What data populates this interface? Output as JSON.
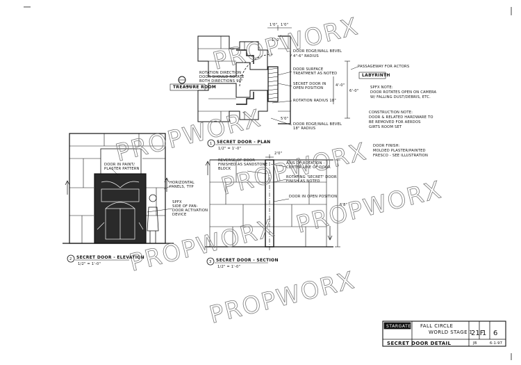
{
  "watermark": "PROPWORX",
  "plan": {
    "label_treasure_room": "TREASURE ROOM",
    "label_labyrinth": "LABYRINTH",
    "notes": [
      "DOOR EDGE/WALL BEVEL",
      "4\"-6\" RADIUS",
      "DOOR SURFACE",
      "TREATMENT AS NOTED",
      "SECRET DOOR IN",
      "OPEN POSITION",
      "ROTATION RADIUS 18\"",
      "DOOR EDGE/WALL BEVEL",
      "18\" RADIUS",
      "ROTATION DIRECTION",
      "DOOR SHOULD ROTATE",
      "BOTH DIRECTIONS 90\"",
      "PASSAGEWAY FOR ACTORS"
    ],
    "dims": [
      "1'0\"",
      "1'0\"",
      "6'-0\"",
      "4'-0\"",
      "1'-2\"",
      "5'0\""
    ],
    "caption_num": "1",
    "caption_title": "SECRET DOOR - PLAN",
    "caption_scale": "1/2\" = 1'-0\""
  },
  "side_notes": {
    "spfx": [
      "SPFX NOTE:",
      "DOOR ROTATES OPEN ON CAMERA",
      "W/ FALLING DUST/DEBRIS, ETC."
    ],
    "construction": [
      "CONSTRUCTION NOTE:",
      "DOOR & RELATED HARDWARE TO",
      "BE REMOVED FOR AERDOS",
      "GIRTS ROOM SET"
    ],
    "finish": [
      "DOOR FINISH:",
      "MOLDED PLASTER/PAINTED",
      "FRESCO - SEE ILLUSTRATION"
    ]
  },
  "elevation": {
    "notes": [
      "DOOR IN PAINT/",
      "PLASTER PATTERN",
      "HORIZONTAL",
      "PANELS, TYP",
      "SPFX",
      "SIDE OF PAN-",
      "DOOR ACTIVATION",
      "DEVICE"
    ],
    "caption_num": "2",
    "caption_title": "SECRET DOOR - ELEVATION",
    "caption_scale": "1/2\" = 1'-0\""
  },
  "section": {
    "notes": [
      "REVERSE OF DOOR",
      "FINISHED AS SANDSTONE",
      "BLOCK",
      "AXIS OF ROTATION -",
      "CENTER LINE OF DOOR",
      "ROTATING 'SECRET' DOOR",
      "FINISH AS NOTED",
      "DOOR IN OPEN POSITION"
    ],
    "dims": [
      "2'0\"",
      "6'8\""
    ],
    "caption_num": "3",
    "caption_title": "SECRET DOOR - SECTION",
    "caption_scale": "1/2\" = 1'-0\""
  },
  "title_block": {
    "logo_text": "STARGATE",
    "project_1": "FALL CIRCLE",
    "project_2": "WORLD STAGE 1",
    "drawing_title": "SECRET DOOR DETAIL",
    "sheet_code": "21F",
    "sheet_num": "1",
    "sheet_total": "6",
    "date": "6-1-97",
    "drawn_by": "JB"
  }
}
